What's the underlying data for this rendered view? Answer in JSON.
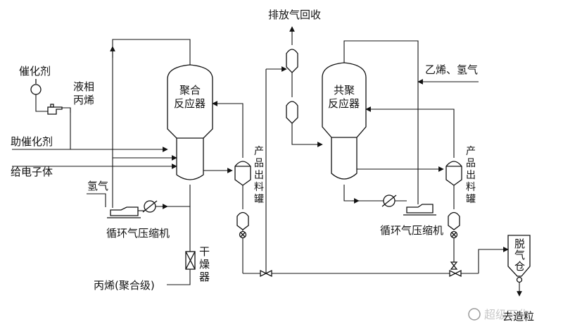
{
  "labels": {
    "catalyst": "催化剂",
    "liquid_propylene": [
      "液相",
      "丙烯"
    ],
    "cocatalyst": "助催化剂",
    "electron_donor": "给电子体",
    "hydrogen": "氢气",
    "recycle_compressor_1": "循环气压缩机",
    "propylene_feed": "丙烯(聚合级)",
    "dryer": [
      "干",
      "燥",
      "器"
    ],
    "reactor_1": [
      "聚合",
      "反应器"
    ],
    "product_tank_1": [
      "产",
      "品",
      "出",
      "料",
      "罐"
    ],
    "vent_gas_recovery": "排放气回收",
    "reactor_2": [
      "共聚",
      "反应器"
    ],
    "ethylene_hydrogen": "乙烯、氢气",
    "product_tank_2": [
      "产",
      "品",
      "出",
      "料",
      "罐"
    ],
    "recycle_compressor_2": "循环气压缩机",
    "degassing_bin": [
      "脱",
      "气",
      "仓"
    ],
    "granulation": "去造粒"
  },
  "watermark": "超级石化",
  "colors": {
    "line": "#111111",
    "background": "#ffffff",
    "watermark": "#9a9a9a"
  }
}
